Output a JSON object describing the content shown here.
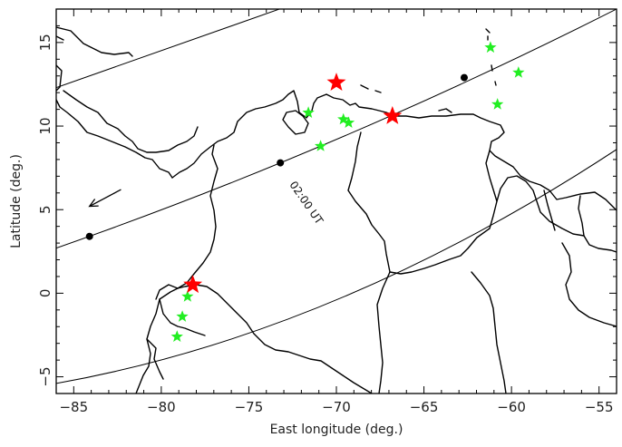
{
  "chart_data": {
    "type": "map",
    "xlabel": "East longitude (deg.)",
    "ylabel": "Latitude (deg.)",
    "xlim": [
      -86,
      -54
    ],
    "ylim": [
      -6,
      17
    ],
    "x_ticks": [
      -85,
      -80,
      -75,
      -70,
      -65,
      -60,
      -55
    ],
    "y_ticks": [
      -5,
      0,
      5,
      10,
      15
    ],
    "x_tick_labels": [
      "−85",
      "−80",
      "−75",
      "−70",
      "−65",
      "−60",
      "−55"
    ],
    "y_tick_labels": [
      "−5",
      "0",
      "5",
      "10",
      "15"
    ],
    "tracks": [
      {
        "lon": [
          -86,
          -70,
          -54
        ],
        "lat": [
          12.3,
          18.2,
          24.1
        ]
      },
      {
        "lon": [
          -86,
          -70,
          -54
        ],
        "lat": [
          2.7,
          9.2,
          17.0
        ]
      },
      {
        "lon": [
          -86,
          -70,
          -54
        ],
        "lat": [
          -5.4,
          -0.4,
          8.6
        ]
      }
    ],
    "time_markers": [
      {
        "lon": -84.1,
        "lat": 3.4
      },
      {
        "lon": -73.2,
        "lat": 7.8
      },
      {
        "lon": -62.7,
        "lat": 12.9
      }
    ],
    "annotation": {
      "text": "02:00 UT",
      "lon": -72.7,
      "lat": 6.5,
      "rotation": 55
    },
    "direction_arrow": {
      "from": [
        -82.3,
        6.2
      ],
      "to": [
        -84.1,
        5.2
      ]
    },
    "red_stars": [
      {
        "lon": -70.0,
        "lat": 12.6
      },
      {
        "lon": -66.8,
        "lat": 10.6
      },
      {
        "lon": -78.2,
        "lat": 0.5
      }
    ],
    "green_stars": [
      {
        "lon": -71.6,
        "lat": 10.8
      },
      {
        "lon": -70.9,
        "lat": 8.8
      },
      {
        "lon": -69.6,
        "lat": 10.4
      },
      {
        "lon": -69.3,
        "lat": 10.2
      },
      {
        "lon": -61.2,
        "lat": 14.7
      },
      {
        "lon": -59.6,
        "lat": 13.2
      },
      {
        "lon": -60.8,
        "lat": 11.3
      },
      {
        "lon": -78.5,
        "lat": -0.2
      },
      {
        "lon": -78.8,
        "lat": -1.4
      },
      {
        "lon": -79.1,
        "lat": -2.6
      }
    ],
    "colors": {
      "red_star": "#ff0000",
      "green_star": "#22ee22",
      "line": "#000000"
    }
  }
}
